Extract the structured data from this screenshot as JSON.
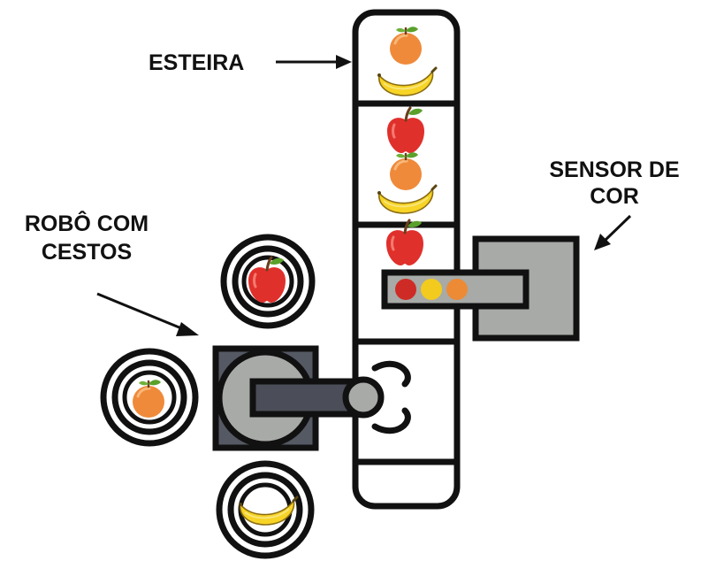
{
  "labels": {
    "conveyor": "ESTEIRA",
    "sensor_line1": "SENSOR DE",
    "sensor_line2": "COR",
    "robot_line1": "ROBÔ COM",
    "robot_line2": "CESTOS"
  },
  "conveyor_items": [
    "orange",
    "banana",
    "apple",
    "orange",
    "banana",
    "apple"
  ],
  "sensor_indicators": [
    "red",
    "yellow",
    "orange"
  ],
  "baskets": [
    {
      "position": "top",
      "fruit": "apple"
    },
    {
      "position": "left",
      "fruit": "orange"
    },
    {
      "position": "bottom",
      "fruit": "banana"
    }
  ],
  "colors": {
    "outline": "#111111",
    "machine_fill": "#a7aaa6",
    "arm_fill": "#4b4e58",
    "robot_base_fill": "#555963",
    "indicator_red": "#cf2b26",
    "indicator_yellow": "#f3ca1e",
    "indicator_orange": "#ed8a36"
  }
}
